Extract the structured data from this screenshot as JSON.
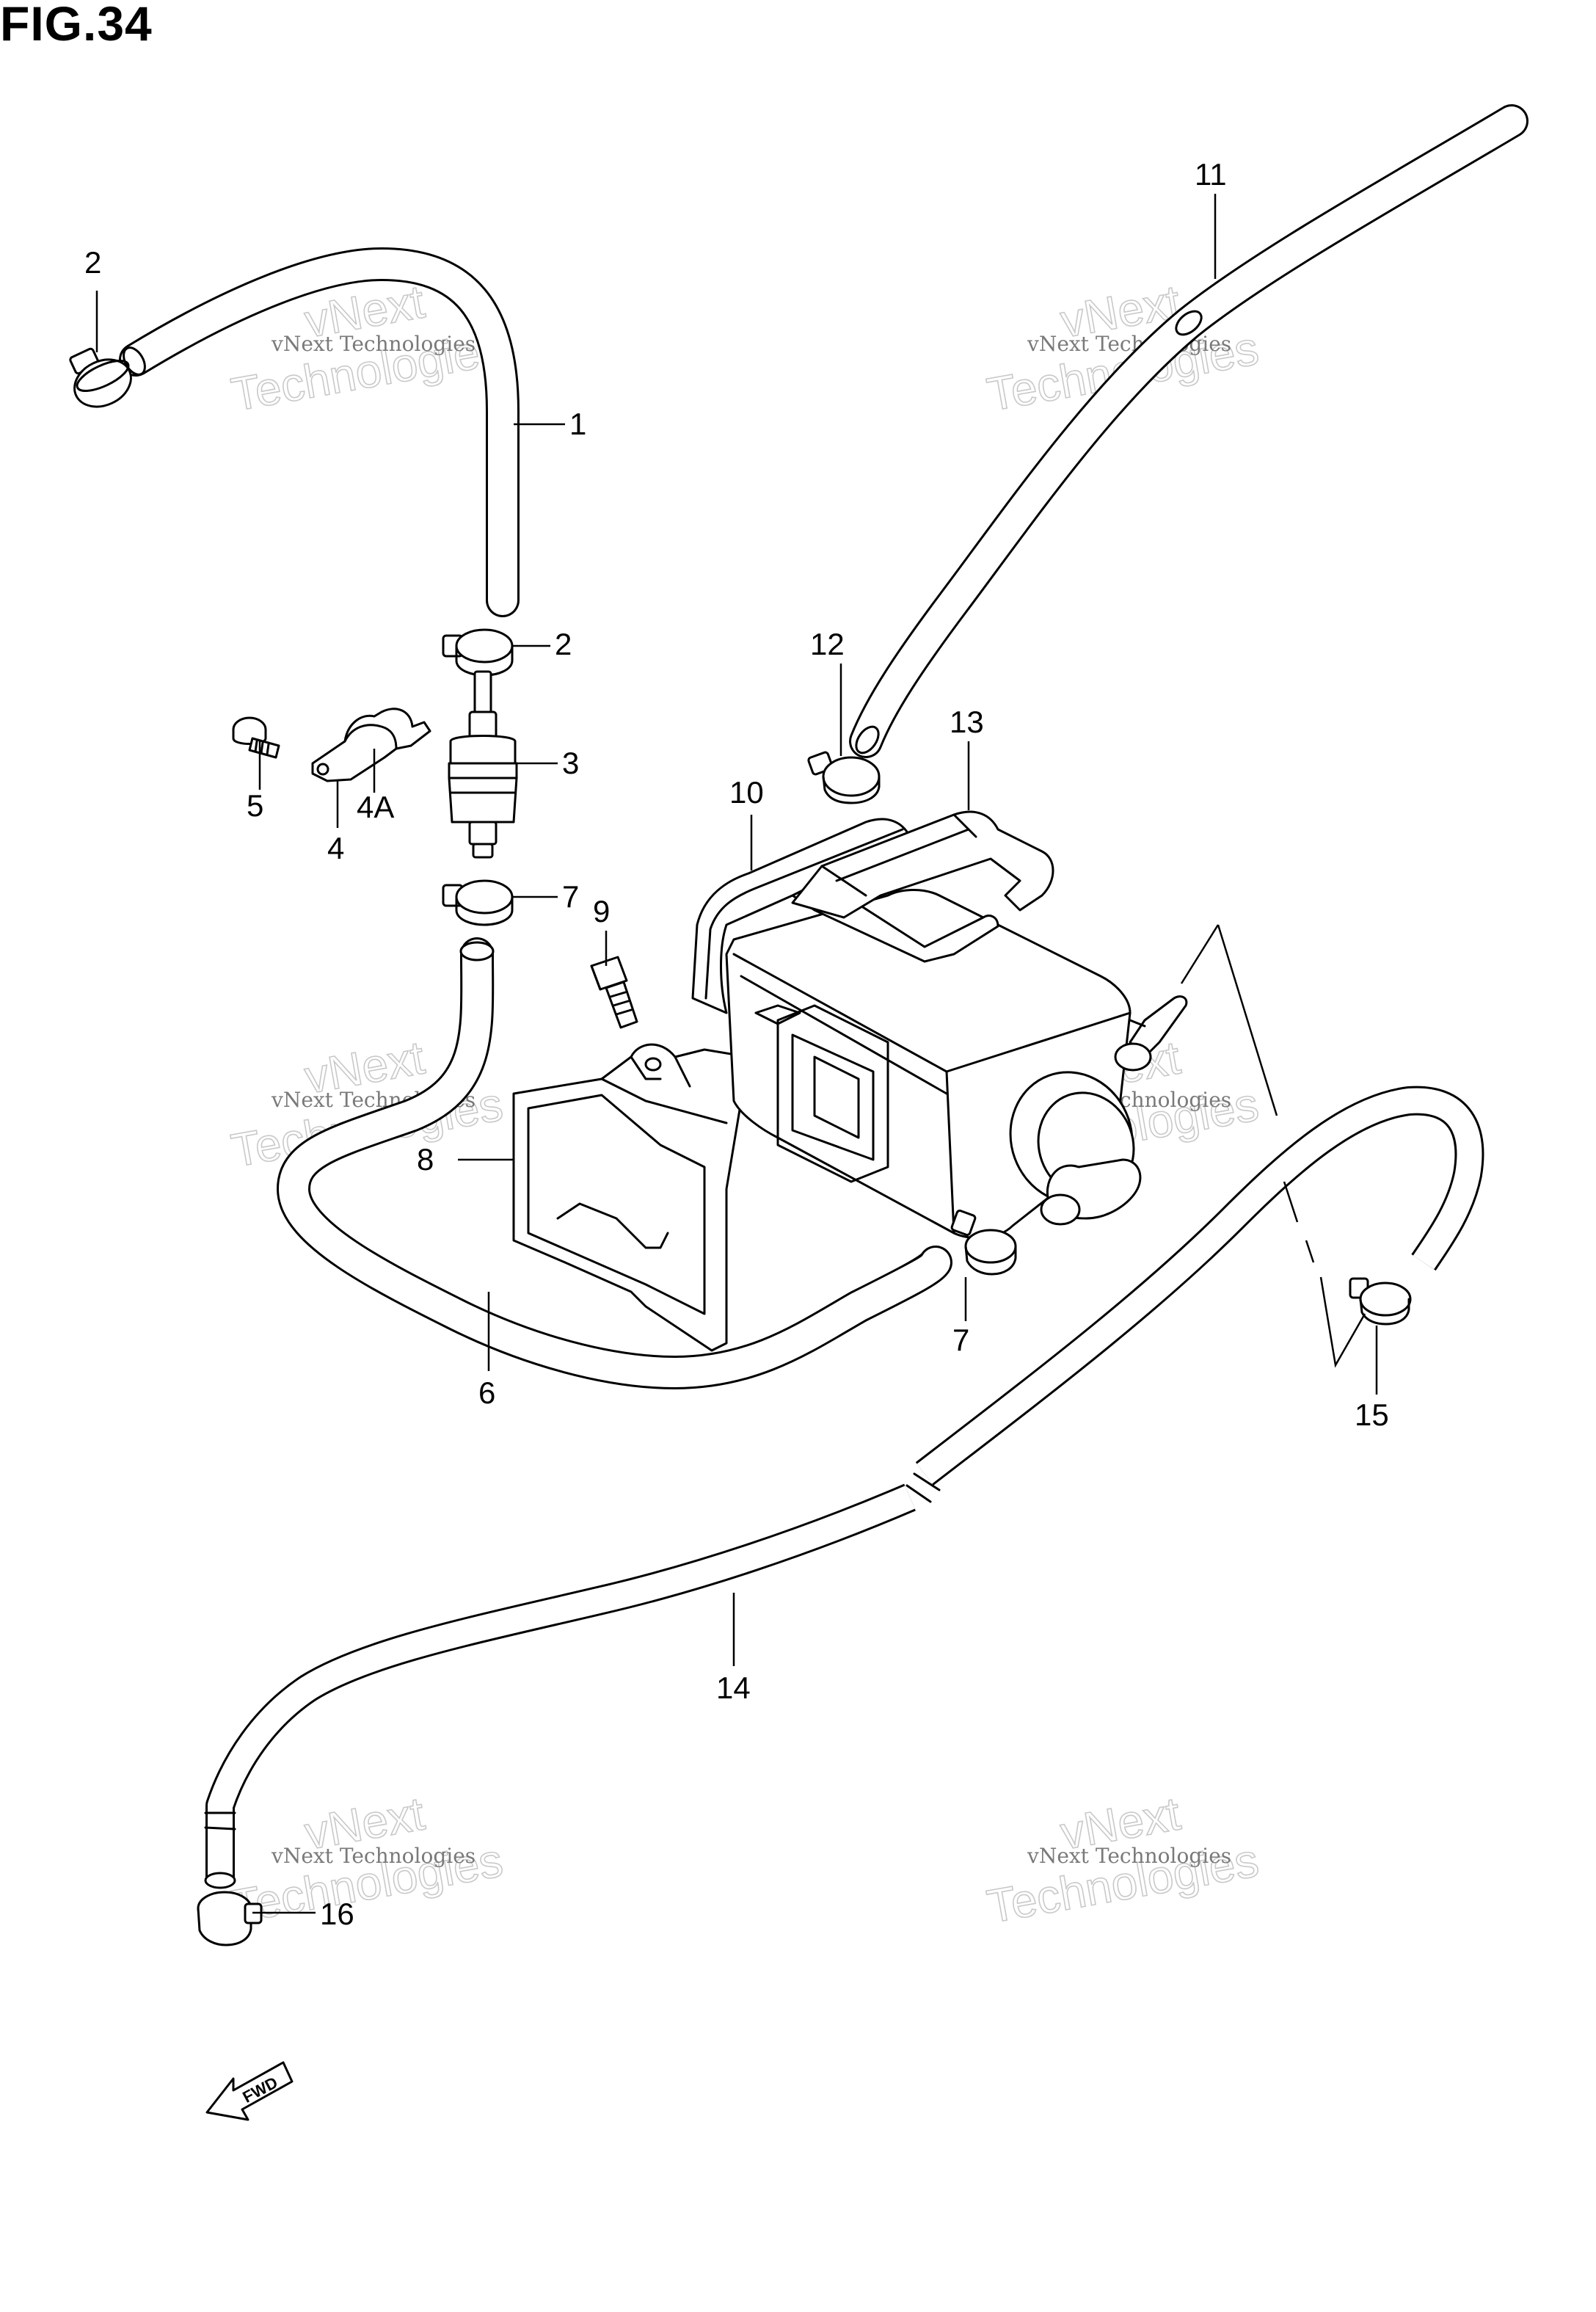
{
  "figure": {
    "title": "FIG.34"
  },
  "callouts": [
    {
      "id": "1",
      "label": "1"
    },
    {
      "id": "2a",
      "label": "2"
    },
    {
      "id": "2b",
      "label": "2"
    },
    {
      "id": "3",
      "label": "3"
    },
    {
      "id": "4",
      "label": "4"
    },
    {
      "id": "4A",
      "label": "4A"
    },
    {
      "id": "5",
      "label": "5"
    },
    {
      "id": "6",
      "label": "6"
    },
    {
      "id": "7a",
      "label": "7"
    },
    {
      "id": "7b",
      "label": "7"
    },
    {
      "id": "8",
      "label": "8"
    },
    {
      "id": "9",
      "label": "9"
    },
    {
      "id": "10",
      "label": "10"
    },
    {
      "id": "11",
      "label": "11"
    },
    {
      "id": "12",
      "label": "12"
    },
    {
      "id": "13",
      "label": "13"
    },
    {
      "id": "14",
      "label": "14"
    },
    {
      "id": "15",
      "label": "15"
    },
    {
      "id": "16",
      "label": "16"
    }
  ],
  "direction_marker": {
    "label": "FWD",
    "icon": "fwd-arrow-icon"
  },
  "watermark": {
    "big_top": "vNext",
    "big_bottom": "Technologies",
    "small": "vNext Technologies"
  },
  "colors": {
    "ink": "#000000",
    "watermark": "#c9c9c9",
    "paper": "#ffffff"
  }
}
